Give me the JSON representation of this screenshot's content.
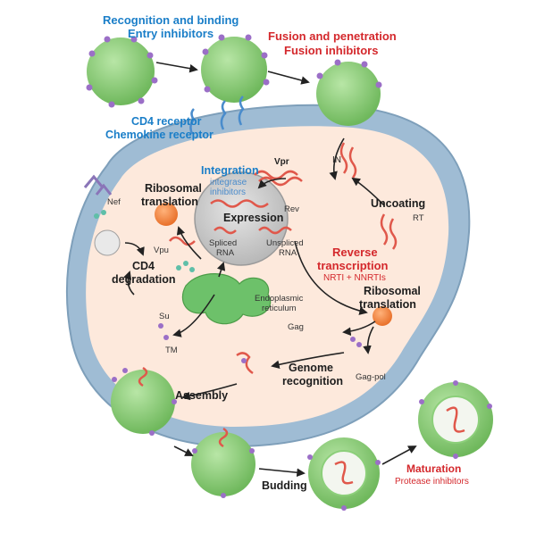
{
  "labels": {
    "recognition": "Recognition and binding",
    "entry_inhibitors": "Entry inhibitors",
    "fusion": "Fusion and penetration",
    "fusion_inhibitors": "Fusion inhibitors",
    "cd4_receptor": "CD4 receptor",
    "chemokine_receptor": "Chemokine receptor",
    "vpr": "Vpr",
    "in": "IN",
    "integration": "Integration",
    "integrase": "integrase",
    "inhibitors": "inhibitors",
    "ribosomal_translation_1": "Ribosomal",
    "ribosomal_translation_2": "translation",
    "nef": "Nef",
    "expression": "Expression",
    "rev": "Rev",
    "spliced_1": "Spliced",
    "spliced_2": "RNA",
    "unspliced_1": "Unspliced",
    "unspliced_2": "RNA",
    "uncoating": "Uncoating",
    "rt": "RT",
    "reverse_1": "Reverse",
    "reverse_2": "transcription",
    "nrti": "NRTI + NNRTIs",
    "vpu": "Vpu",
    "cd4_deg_1": "CD4",
    "cd4_deg_2": "degradation",
    "er_1": "Endoplasmic",
    "er_2": "reticulum",
    "ribo2_1": "Ribosomal",
    "ribo2_2": "translation",
    "su": "Su",
    "tm": "TM",
    "gag": "Gag",
    "gagpol": "Gag-pol",
    "genome_1": "Genome",
    "genome_2": "recognition",
    "assembly": "Assembly",
    "budding": "Budding",
    "maturation": "Maturation",
    "protease_inhibitors": "Protease inhibitors"
  },
  "colors": {
    "virus_green": "#8ccf7a",
    "spike_purple": "#9b6fc7",
    "cytoplasm": "#fde9dc",
    "membrane_blue": "#8fb3cf",
    "blue_text": "#1a7ec8",
    "red_text": "#d4282c",
    "rna_red": "#e0584b"
  }
}
